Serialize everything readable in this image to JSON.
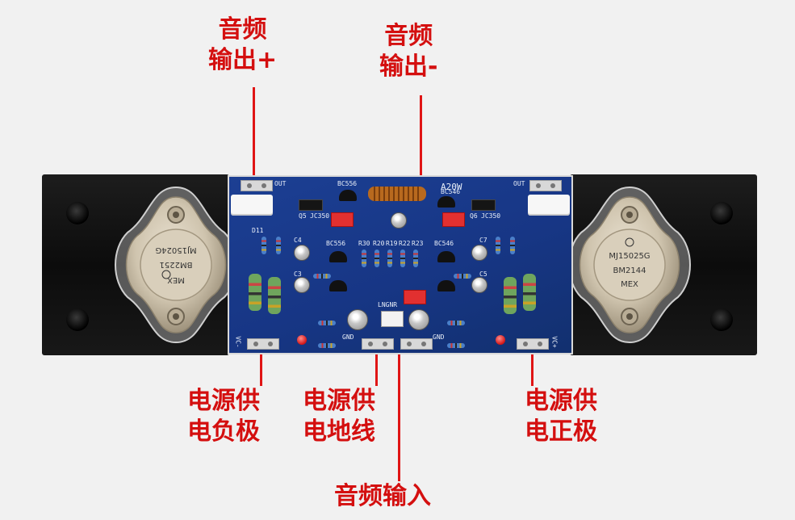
{
  "labels": {
    "audio_out_plus": [
      "音频",
      "输出+"
    ],
    "audio_out_minus": [
      "音频",
      "输出-"
    ],
    "power_negative": [
      "电源供",
      "电负极"
    ],
    "power_ground": [
      "电源供",
      "电地线"
    ],
    "power_positive": [
      "电源供",
      "电正极"
    ],
    "audio_input": "音频输入"
  },
  "colors": {
    "annotation": "#d40f0f",
    "pcb": "#1c3f93",
    "heatsink": "#111111"
  },
  "board": {
    "model": "A20W",
    "out_left": "OUT",
    "out_right": "OUT",
    "input_header": "LNGNR",
    "gnd_left": "GND",
    "gnd_right": "GND",
    "vc_minus": "VC-",
    "vc_plus": "VC+",
    "bc556_top": "BC556",
    "bc546_top": "BC546",
    "bc556_mid": "BC556",
    "bc546_mid": "BC546",
    "q5": "Q5",
    "jc350_left": "JC350",
    "q6": "Q6",
    "jc350_right": "JC350",
    "r30": "R30",
    "r20": "R20",
    "r19": "R19",
    "r22": "R22",
    "r23": "R23",
    "d11": "D11",
    "c4": "C4",
    "c7": "C7",
    "c3": "C3",
    "c5": "C5"
  },
  "transistor_left": {
    "part": "MJ15024G",
    "code": "BM2251",
    "origin": "MEX"
  },
  "transistor_right": {
    "part": "MJ15025G",
    "code": "BM2144",
    "origin": "MEX"
  }
}
